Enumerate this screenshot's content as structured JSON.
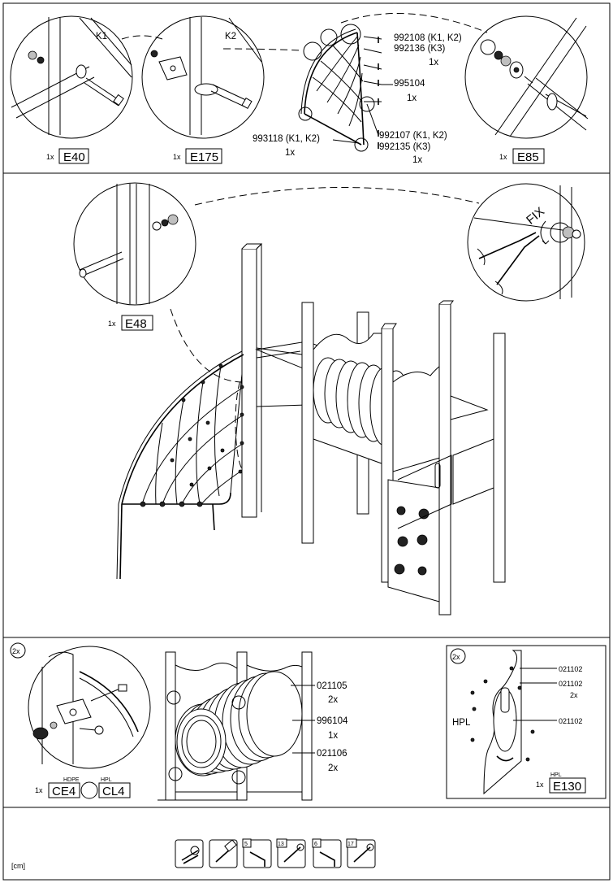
{
  "top_panel": {
    "detail_k1": {
      "label": "K1",
      "qty": "1x",
      "code": "E40"
    },
    "detail_k2": {
      "label": "K2",
      "qty": "1x",
      "code": "E175"
    },
    "detail_e85": {
      "qty": "1x",
      "code": "E85"
    },
    "net_parts": {
      "part_992108": "992108 (K1, K2)",
      "part_992136": "992136 (K3)",
      "part_992136_qty": "1x",
      "part_995104": "995104",
      "part_995104_qty": "1x",
      "part_993118": "993118 (K1, K2)",
      "part_993118_qty": "1x",
      "part_992107": "992107 (K1, K2)",
      "part_992135": "992135 (K3)",
      "part_992135_qty": "1x"
    }
  },
  "middle_panel": {
    "detail_e48": {
      "qty": "1x",
      "code": "E48"
    },
    "fix_label": "FIX"
  },
  "bottom_left": {
    "multiplier": "2x",
    "hdpe_label": "HDPE",
    "hpl_label": "HPL",
    "qty": "1x",
    "code_ce4": "CE4",
    "code_cl4": "CL4"
  },
  "bottom_mid": {
    "part_021105": "021105",
    "part_021105_qty": "2x",
    "part_996104": "996104",
    "part_996104_qty": "1x",
    "part_021106": "021106",
    "part_021106_qty": "2x"
  },
  "bottom_right": {
    "multiplier": "2x",
    "part_021102_a": "021102",
    "part_021102_b": "021102",
    "part_021102_b_qty": "2x",
    "part_021102_c": "021102",
    "side_label": "HPL",
    "hpl_label": "HPL",
    "qty": "1x",
    "code": "E130"
  },
  "footer": {
    "unit": "[cm]",
    "tools": [
      {
        "icon": "pliers-icon",
        "size": ""
      },
      {
        "icon": "hammer-icon",
        "size": ""
      },
      {
        "icon": "allen-key-icon",
        "size": "5"
      },
      {
        "icon": "wrench-icon",
        "size": "13"
      },
      {
        "icon": "allen-key-icon",
        "size": "6"
      },
      {
        "icon": "wrench-icon",
        "size": "17"
      }
    ]
  }
}
